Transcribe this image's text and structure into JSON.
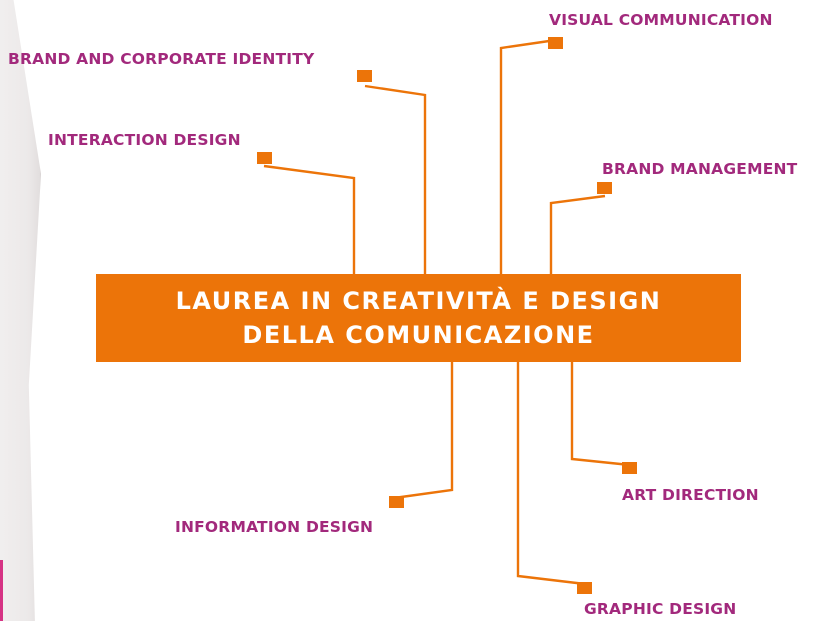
{
  "colors": {
    "accent": "#ec7409",
    "label": "#a2297c",
    "central_text": "#ffffff"
  },
  "center": {
    "line1": "LAUREA IN CREATIVITÀ E DESIGN",
    "line2": "DELLA COMUNICAZIONE"
  },
  "branches": [
    {
      "label": "VISUAL COMMUNICATION"
    },
    {
      "label": "BRAND AND CORPORATE IDENTITY"
    },
    {
      "label": "INTERACTION DESIGN"
    },
    {
      "label": "BRAND MANAGEMENT"
    },
    {
      "label": "ART DIRECTION"
    },
    {
      "label": "INFORMATION DESIGN"
    },
    {
      "label": "GRAPHIC DESIGN"
    }
  ]
}
